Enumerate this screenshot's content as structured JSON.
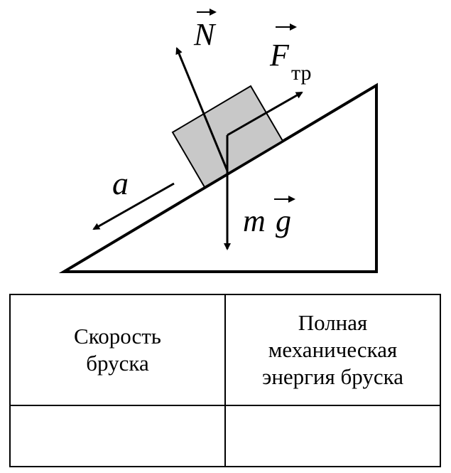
{
  "diagram": {
    "labels": {
      "normal_force": "N",
      "friction_force": "F",
      "friction_subscript": "тр",
      "acceleration": "a",
      "gravity_m": "m",
      "gravity_g": "g"
    },
    "colors": {
      "block_fill": "#c8c8c8",
      "stroke": "#000000"
    }
  },
  "table": {
    "headers": [
      "Скорость\nбруска",
      "Полная\nмеханическая\nэнергия бруска"
    ],
    "answers": [
      "",
      ""
    ]
  }
}
